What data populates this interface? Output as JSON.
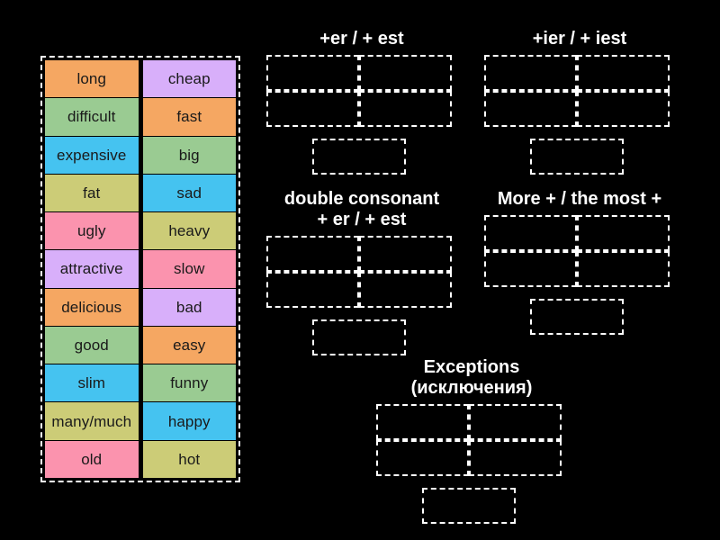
{
  "activity": {
    "type": "group-sort-drag-and-drop",
    "background_color": "#000000"
  },
  "palette": {
    "orange": "#F5A762",
    "purple": "#D8AFFA",
    "green": "#9ACB92",
    "blue": "#45C3F0",
    "olive": "#CCCC77",
    "pink": "#FB93AE",
    "text_dark": "#1a1a1a",
    "outline_white": "#FFFFFF"
  },
  "word_bank": {
    "name": "word-bank",
    "tiles": [
      {
        "label": "long",
        "color": "#F5A762"
      },
      {
        "label": "cheap",
        "color": "#D8AFFA"
      },
      {
        "label": "difficult",
        "color": "#9ACB92"
      },
      {
        "label": "fast",
        "color": "#F5A762"
      },
      {
        "label": "expensive",
        "color": "#45C3F0"
      },
      {
        "label": "big",
        "color": "#9ACB92"
      },
      {
        "label": "fat",
        "color": "#CCCC77"
      },
      {
        "label": "sad",
        "color": "#45C3F0"
      },
      {
        "label": "ugly",
        "color": "#FB93AE"
      },
      {
        "label": "heavy",
        "color": "#CCCC77"
      },
      {
        "label": "attractive",
        "color": "#D8AFFA"
      },
      {
        "label": "slow",
        "color": "#FB93AE"
      },
      {
        "label": "delicious",
        "color": "#F5A762"
      },
      {
        "label": "bad",
        "color": "#D8AFFA"
      },
      {
        "label": "good",
        "color": "#9ACB92"
      },
      {
        "label": "easy",
        "color": "#F5A762"
      },
      {
        "label": "slim",
        "color": "#45C3F0"
      },
      {
        "label": "funny",
        "color": "#9ACB92"
      },
      {
        "label": "many/much",
        "color": "#CCCC77"
      },
      {
        "label": "happy",
        "color": "#45C3F0"
      },
      {
        "label": "old",
        "color": "#FB93AE"
      },
      {
        "label": "hot",
        "color": "#CCCC77"
      }
    ]
  },
  "categories": [
    {
      "id": "er-est",
      "title": "+er / + est",
      "dropzone_count": 5,
      "dropzones": [
        "",
        "",
        "",
        "",
        ""
      ]
    },
    {
      "id": "ier-iest",
      "title": "+ier / + iest",
      "dropzone_count": 5,
      "dropzones": [
        "",
        "",
        "",
        "",
        ""
      ]
    },
    {
      "id": "double-consonant",
      "title": "double consonant\n+ er / + est",
      "dropzone_count": 5,
      "dropzones": [
        "",
        "",
        "",
        "",
        ""
      ]
    },
    {
      "id": "more-most",
      "title": "More + / the most +",
      "dropzone_count": 5,
      "dropzones": [
        "",
        "",
        "",
        "",
        ""
      ]
    },
    {
      "id": "exceptions",
      "title": "Exceptions\n(исключения)",
      "dropzone_count": 5,
      "dropzones": [
        "",
        "",
        "",
        "",
        ""
      ]
    }
  ]
}
